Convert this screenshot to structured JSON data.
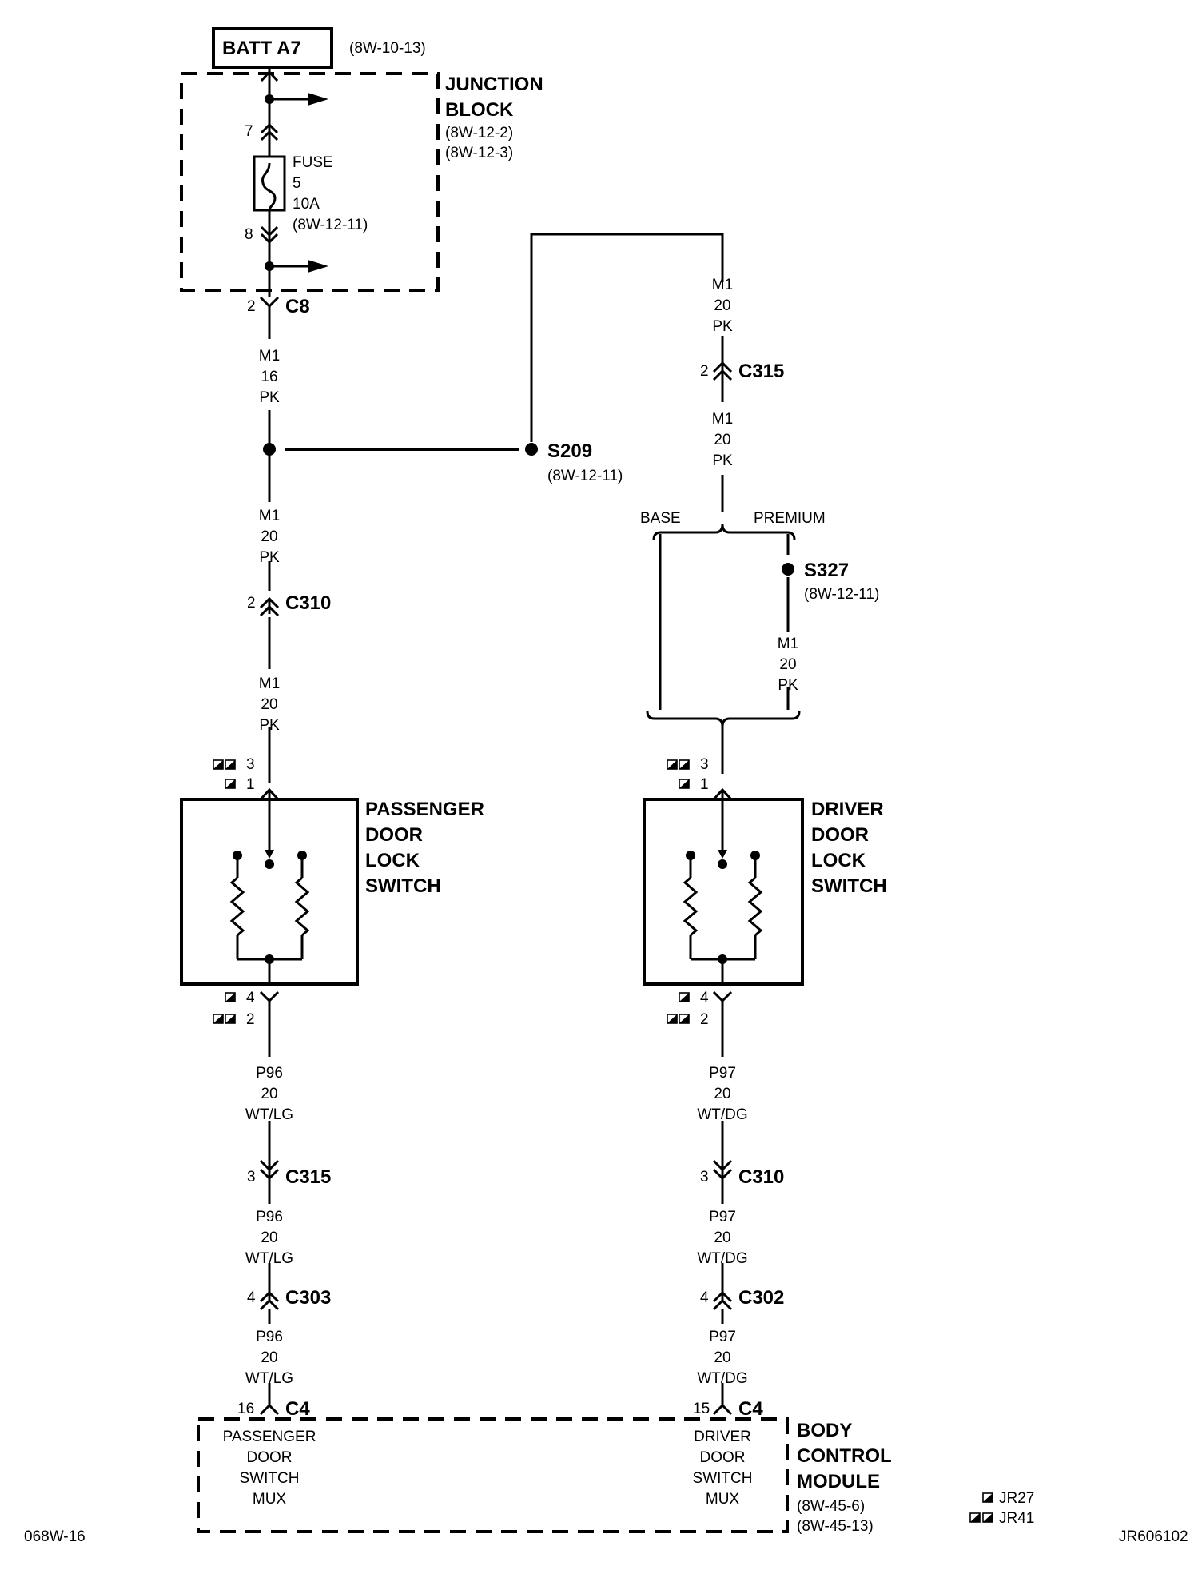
{
  "batt": {
    "label": "BATT A7",
    "ref": "(8W-10-13)"
  },
  "junction_block": {
    "title_1": "JUNCTION",
    "title_2": "BLOCK",
    "ref_1": "(8W-12-2)",
    "ref_2": "(8W-12-3)",
    "pin_in": "7",
    "pin_out": "8",
    "fuse": {
      "label": "FUSE",
      "number": "5",
      "rating": "10A",
      "ref": "(8W-12-11)"
    }
  },
  "connectors": {
    "c8": {
      "name": "C8",
      "pin": "2"
    },
    "c310_left": {
      "name": "C310",
      "pin": "2"
    },
    "c315_right": {
      "name": "C315",
      "pin": "2"
    },
    "c315_left": {
      "name": "C315",
      "pin": "3"
    },
    "c310_right": {
      "name": "C310",
      "pin": "3"
    },
    "c303": {
      "name": "C303",
      "pin": "4"
    },
    "c302": {
      "name": "C302",
      "pin": "4"
    },
    "c4_left": {
      "name": "C4",
      "pin": "16"
    },
    "c4_right": {
      "name": "C4",
      "pin": "15"
    }
  },
  "splices": {
    "s209": {
      "name": "S209",
      "ref": "(8W-12-11)"
    },
    "s327": {
      "name": "S327",
      "ref": "(8W-12-11)"
    }
  },
  "wires": {
    "m1_16": {
      "circuit": "M1",
      "gauge": "16",
      "color": "PK"
    },
    "m1_20": {
      "circuit": "M1",
      "gauge": "20",
      "color": "PK"
    },
    "p96": {
      "circuit": "P96",
      "gauge": "20",
      "color": "WT/LG"
    },
    "p97": {
      "circuit": "P97",
      "gauge": "20",
      "color": "WT/DG"
    }
  },
  "options": {
    "base": "BASE",
    "premium": "PREMIUM"
  },
  "switch_pins": {
    "top_a": "3",
    "top_b": "1",
    "bottom_a": "4",
    "bottom_b": "2"
  },
  "passenger_switch": {
    "line_1": "PASSENGER",
    "line_2": "DOOR",
    "line_3": "LOCK",
    "line_4": "SWITCH"
  },
  "driver_switch": {
    "line_1": "DRIVER",
    "line_2": "DOOR",
    "line_3": "LOCK",
    "line_4": "SWITCH"
  },
  "bcm": {
    "title_1": "BODY",
    "title_2": "CONTROL",
    "title_3": "MODULE",
    "ref_1": "(8W-45-6)",
    "ref_2": "(8W-45-13)",
    "passenger_input": [
      "PASSENGER",
      "DOOR",
      "SWITCH",
      "MUX"
    ],
    "driver_input": [
      "DRIVER",
      "DOOR",
      "SWITCH",
      "MUX"
    ]
  },
  "legend": {
    "single": "JR27",
    "double": "JR41"
  },
  "footer": {
    "left": "068W-16",
    "right": "JR606102"
  }
}
